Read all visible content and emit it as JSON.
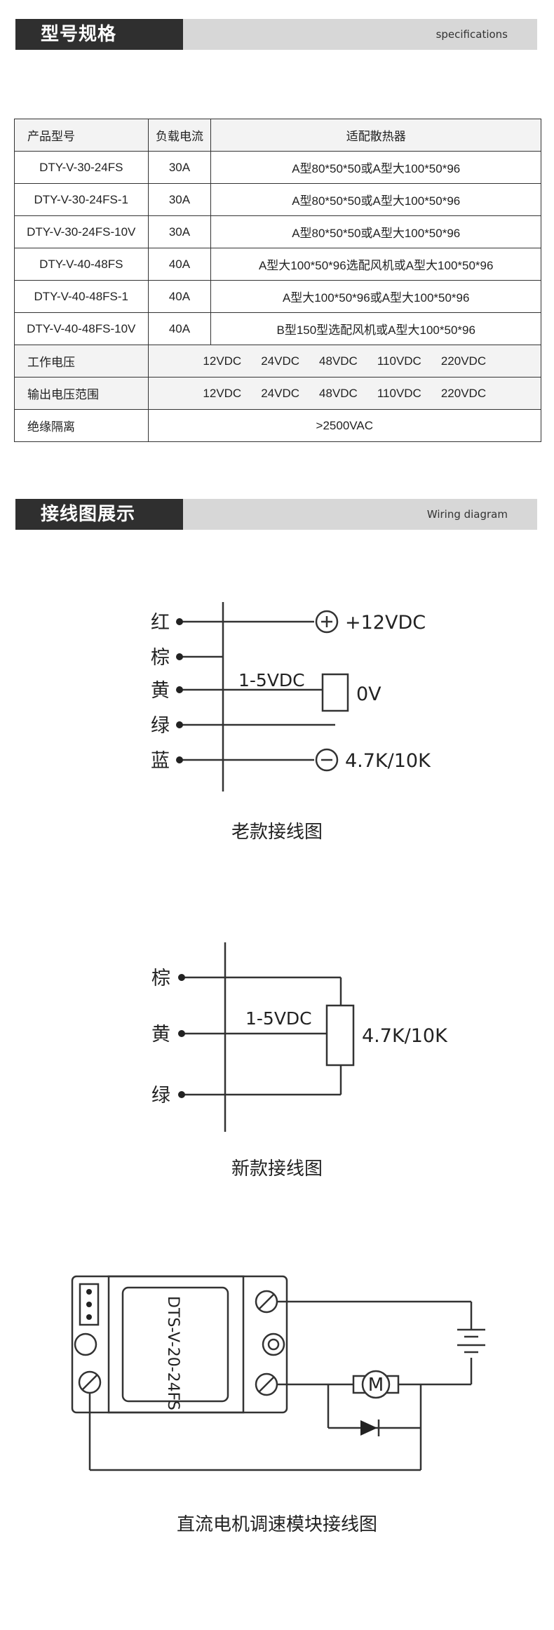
{
  "section1": {
    "title": "型号规格",
    "subtitle": "specifications"
  },
  "table": {
    "headers": [
      "产品型号",
      "负载电流",
      "适配散热器"
    ],
    "rows": [
      [
        "DTY-V-30-24FS",
        "30A",
        "A型80*50*50或A型大100*50*96"
      ],
      [
        "DTY-V-30-24FS-1",
        "30A",
        "A型80*50*50或A型大100*50*96"
      ],
      [
        "DTY-V-30-24FS-10V",
        "30A",
        "A型80*50*50或A型大100*50*96"
      ],
      [
        "DTY-V-40-48FS",
        "40A",
        "A型大100*50*96选配风机或A型大100*50*96"
      ],
      [
        "DTY-V-40-48FS-1",
        "40A",
        "A型大100*50*96或A型大100*50*96"
      ],
      [
        "DTY-V-40-48FS-10V",
        "40A",
        "B型150型选配风机或A型大100*50*96"
      ]
    ],
    "working_voltage": {
      "label": "工作电压",
      "values": [
        "12VDC",
        "24VDC",
        "48VDC",
        "110VDC",
        "220VDC"
      ]
    },
    "output_voltage": {
      "label": "输出电压范围",
      "values": [
        "12VDC",
        "24VDC",
        "48VDC",
        "110VDC",
        "220VDC"
      ]
    },
    "insulation": {
      "label": "绝缘隔离",
      "value": ">2500VAC"
    }
  },
  "section2": {
    "title": "接线图展示",
    "subtitle": "Wiring diagram"
  },
  "old_diagram": {
    "wires": [
      "红",
      "棕",
      "黄",
      "绿",
      "蓝"
    ],
    "plus_label": "+12VDC",
    "signal_label": "1-5VDC",
    "zero_label": "0V",
    "minus_label": "4.7K/10K",
    "caption": "老款接线图"
  },
  "new_diagram": {
    "wires": [
      "棕",
      "黄",
      "绿"
    ],
    "signal_label": "1-5VDC",
    "resistor_label": "4.7K/10K",
    "caption": "新款接线图"
  },
  "motor_diagram": {
    "module_label": "DTS-V-20-24FS",
    "motor_label": "M",
    "caption": "直流电机调速模块接线图"
  },
  "colors": {
    "dark_bar": "#2f2f2f",
    "light_bar": "#d7d7d7",
    "line": "#333333"
  }
}
